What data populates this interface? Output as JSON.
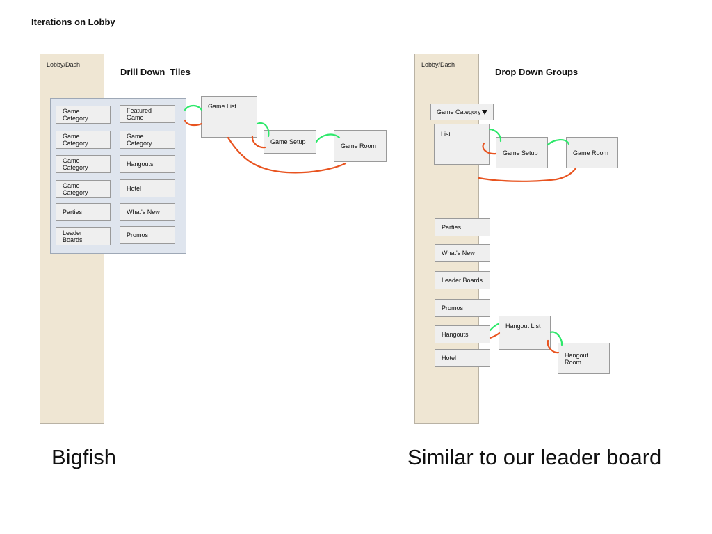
{
  "page_title": "Iterations on Lobby",
  "left": {
    "panel_label": "Lobby/Dash",
    "section_title": "Drill Down  Tiles",
    "tiles": [
      "Game Category",
      "Featured Game",
      "Game Category",
      "Game Category",
      "Game Category",
      "Hangouts",
      "Game Category",
      "Hotel",
      "Parties",
      "What's New",
      "Leader Boards",
      "Promos"
    ],
    "game_list": "Game List",
    "game_setup": "Game Setup",
    "game_room": "Game Room",
    "caption": "Bigfish"
  },
  "right": {
    "panel_label": "Lobby/Dash",
    "section_title": "Drop Down Groups",
    "dropdown_label": "Game Category",
    "dropdown_icon": "triangle-down-icon",
    "list": "List",
    "game_setup": "Game Setup",
    "game_room": "Game Room",
    "items": [
      "Parties",
      "What's New",
      "Leader Boards",
      "Promos",
      "Hangouts",
      "Hotel"
    ],
    "hangout_list": "Hangout List",
    "hangout_room": "Hangout Room",
    "caption": "Similar to our leader board"
  },
  "colors": {
    "panel": "#efe6d3",
    "group": "#dfe5ee",
    "box": "#efefef",
    "forward_link": "#2ee86b",
    "back_link": "#e8531f"
  }
}
